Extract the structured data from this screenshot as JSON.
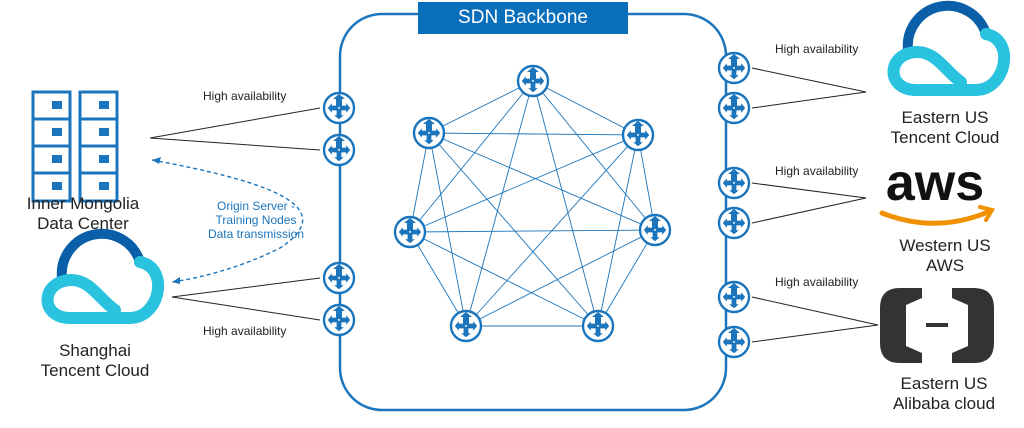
{
  "diagram": {
    "backbone_title": "SDN Backbone",
    "ha_label": "High availability",
    "transfer_label": [
      "Origin Server -",
      "Training Nodes",
      "Data transmission"
    ],
    "sites": {
      "inner_mongolia": [
        "Inner Mongolia",
        "Data Center"
      ],
      "shanghai": [
        "Shanghai",
        "Tencent Cloud"
      ],
      "eastern_us_tencent": [
        "Eastern US",
        "Tencent Cloud"
      ],
      "western_us_aws": [
        "Western US",
        "AWS"
      ],
      "eastern_us_alibaba": [
        "Eastern US",
        "Alibaba cloud"
      ]
    },
    "aws_logo_text": "aws",
    "colors": {
      "primary": "#1b75bc",
      "banner": "#0a6fba",
      "tencent_light": "#29c3e0",
      "alibaba": "#333333",
      "aws_orange": "#f29100"
    }
  }
}
